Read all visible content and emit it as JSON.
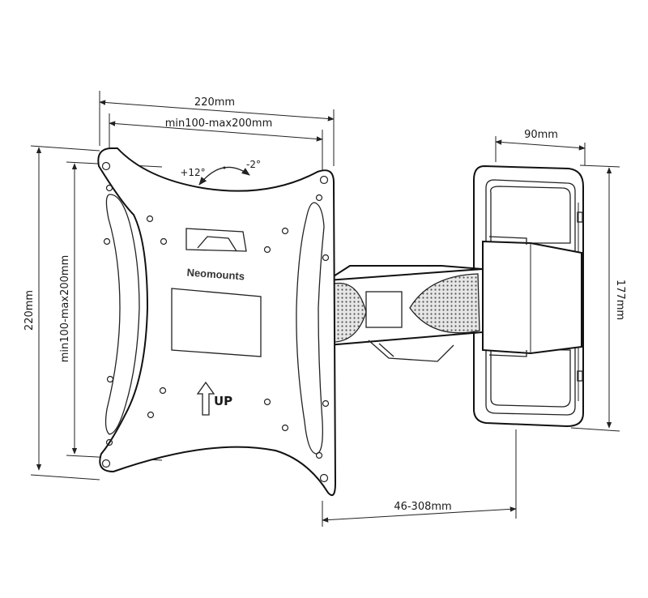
{
  "dimensions": {
    "plate_width": "220mm",
    "vesa_horizontal": "min100-max200mm",
    "plate_height": "220mm",
    "vesa_vertical": "min100-max200mm",
    "wall_plate_width": "90mm",
    "wall_plate_height": "177mm",
    "wall_distance": "46-308mm"
  },
  "tilt": {
    "forward": "+12°",
    "backward": "-2°"
  },
  "brand": "Neomounts",
  "orientation_label": "UP"
}
